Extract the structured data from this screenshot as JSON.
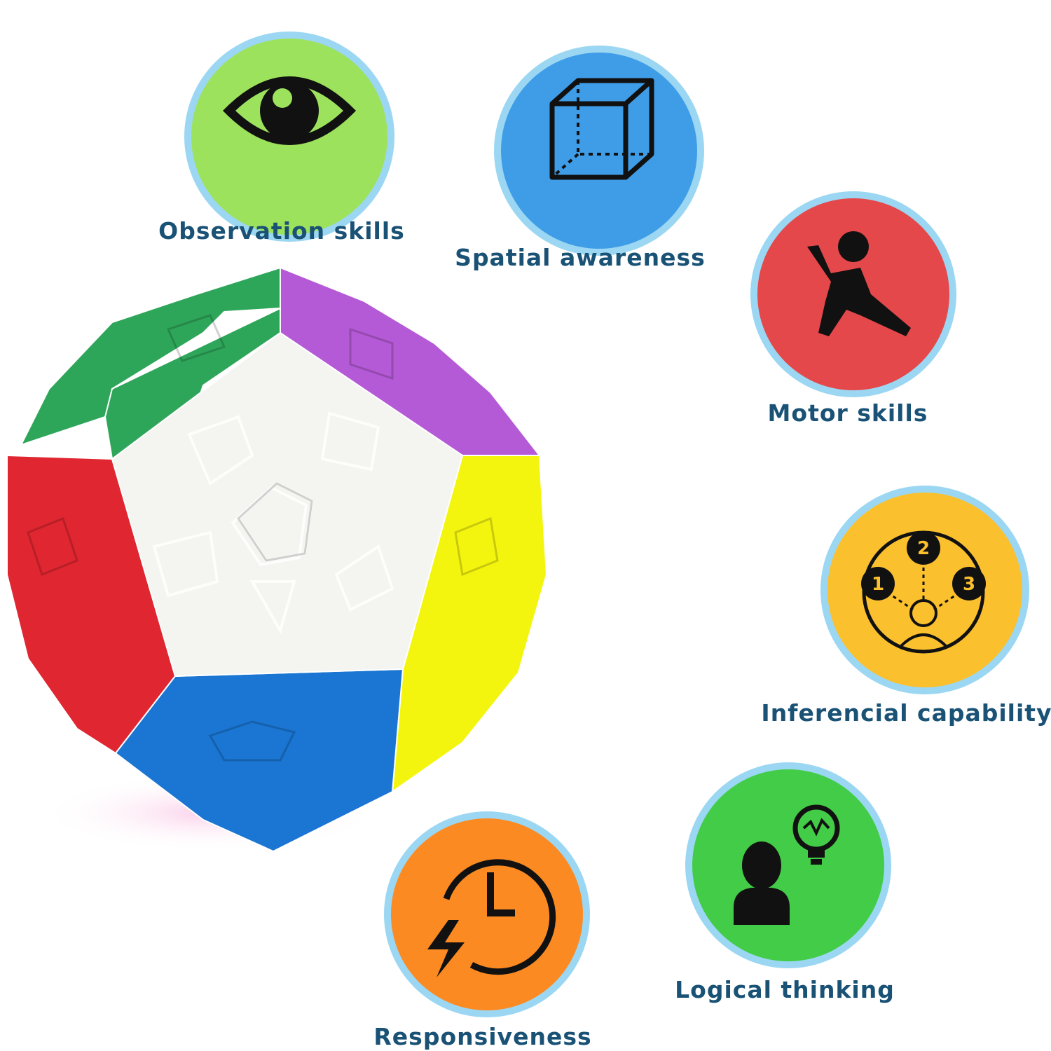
{
  "skills": [
    {
      "label": "Observation skills",
      "icon": "eye-icon",
      "color": "#9de25c"
    },
    {
      "label": "Spatial awareness",
      "icon": "cube-icon",
      "color": "#3f9de8"
    },
    {
      "label": "Motor skills",
      "icon": "running-person-icon",
      "color": "#e5484a"
    },
    {
      "label": "Inferencial capability",
      "icon": "choice-diagram-icon",
      "color": "#fbc02d",
      "icon_numbers": [
        "1",
        "2",
        "3"
      ]
    },
    {
      "label": "Logical thinking",
      "icon": "person-lightbulb-icon",
      "color": "#43cc47"
    },
    {
      "label": "Responsiveness",
      "icon": "clock-lightning-icon",
      "color": "#fb8a22"
    }
  ],
  "ring_color": "#9bd7f2",
  "label_color": "#1a5276",
  "puzzle": {
    "icon": "megaminx-puzzle-icon",
    "face_colors": {
      "front": "#f4f4f0",
      "top": "#2ea65a",
      "top_right": "#b55ad6",
      "left": "#e02630",
      "right": "#f4f50f",
      "bottom": "#1a76d2"
    }
  }
}
